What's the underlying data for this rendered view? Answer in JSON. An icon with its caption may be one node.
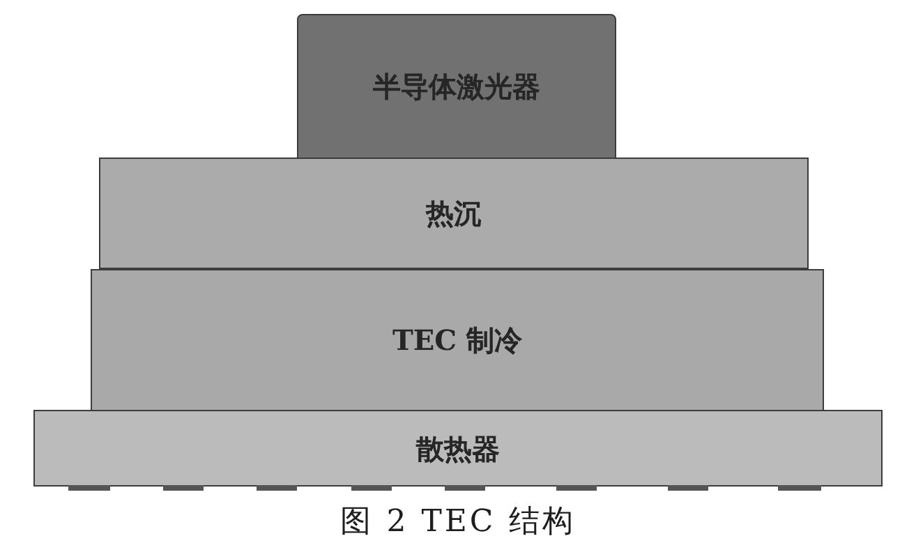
{
  "diagram": {
    "caption": "图 2 TEC 结构",
    "nodes": [
      {
        "text": [
          "半导体激光器"
        ]
      },
      {
        "text": [
          "热沉"
        ]
      },
      {
        "text": [
          "TEC 制冷"
        ]
      },
      {
        "text": [
          "散热器"
        ]
      }
    ]
  }
}
